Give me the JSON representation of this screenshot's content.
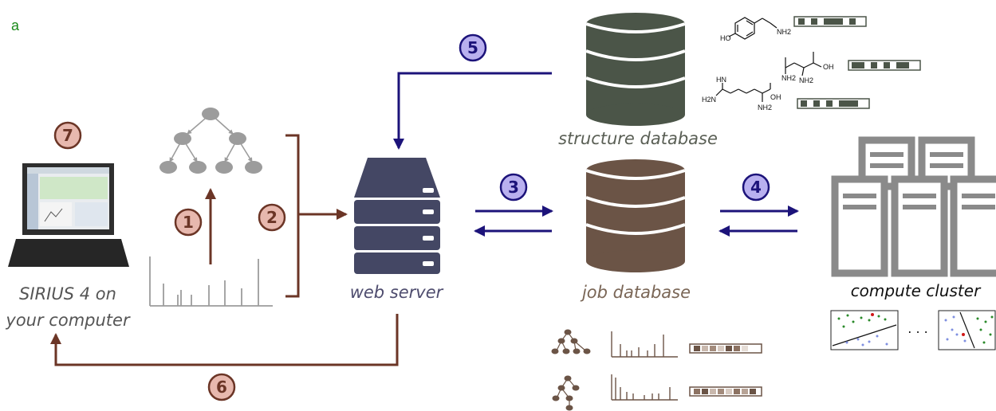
{
  "panel_label": "a",
  "labels": {
    "sirius_line1": "SIRIUS 4 on",
    "sirius_line2": "your computer",
    "web_server": "web server",
    "structure_database": "structure database",
    "job_database": "job database",
    "compute_cluster": "compute cluster"
  },
  "steps": [
    "1",
    "2",
    "3",
    "4",
    "5",
    "6",
    "7"
  ],
  "chem": {
    "ho": "HO",
    "nh2": "NH2",
    "oh": "OH",
    "hn": "HN",
    "h2n": "H2N"
  },
  "ellipsis": ". . .",
  "colors": {
    "panel_label": "#1a8a1a",
    "server": "#444764",
    "structure_db": "#4b5548",
    "job_db": "#6b5446",
    "cluster": "#8a8a8a",
    "brown_arrow": "#6b3526",
    "blue_arrow": "#1c137a",
    "badge_fill_brown": "#e7b8ae",
    "badge_fill_blue": "#b9b0ef",
    "tree_gray": "#9c9c9c",
    "job_label": "#7a6656",
    "struct_label": "#5a5f55",
    "server_label": "#4e4c6e"
  }
}
